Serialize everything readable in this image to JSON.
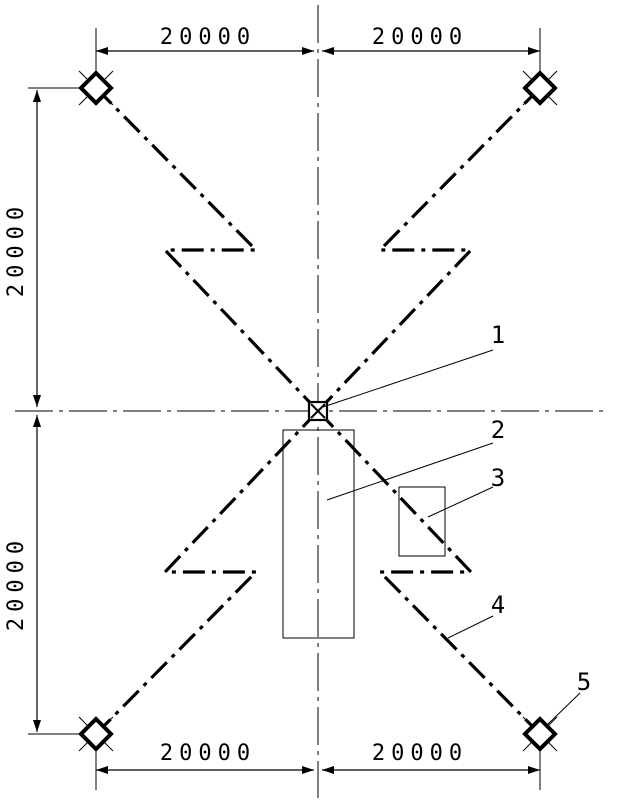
{
  "drawing": {
    "dimensions": {
      "top_left": "20000",
      "top_right": "20000",
      "bottom_left": "20000",
      "bottom_right": "20000",
      "left_upper": "20000",
      "left_lower": "20000"
    },
    "leader_labels": [
      "1",
      "2",
      "3",
      "4",
      "5"
    ],
    "colors": {
      "line": "#000000",
      "background": "#ffffff"
    },
    "anchor_symbols": [
      "diamond-cross-marker"
    ],
    "center_symbol": "boxed-x-marker"
  }
}
